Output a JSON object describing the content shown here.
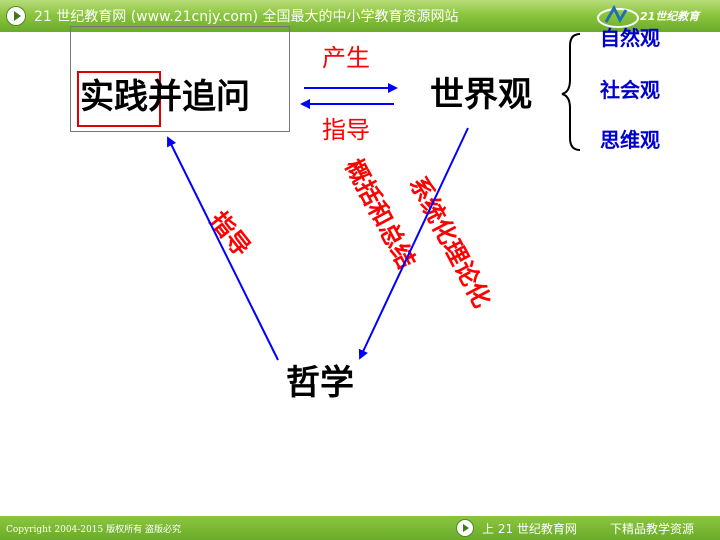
{
  "header": {
    "site_title": "21 世纪教育网 (www.21cnjy.com) 全国最大的中小学教育资源网站",
    "logo_text": "21世纪教育"
  },
  "diagram": {
    "practice": "实践并追问",
    "worldview": "世界观",
    "philosophy": "哲学",
    "arrow_right_label": "产生",
    "arrow_left_label": "指导",
    "philosophy_to_practice_label": "指导",
    "summarize_label": "概括和总结",
    "systematize_label": "系统化理论化",
    "worldview_types": [
      "自然观",
      "社会观",
      "思维观"
    ]
  },
  "footer": {
    "copyright": "Copyright 2004-2015 版权所有 盗版必究",
    "prev_label": "上 21 世纪教育网",
    "next_label": "下精品教学资源"
  },
  "colors": {
    "accent_green": "#8cc63f",
    "label_red": "#ff0000",
    "type_blue": "#0000cc",
    "arrow_blue": "#0000ff"
  }
}
